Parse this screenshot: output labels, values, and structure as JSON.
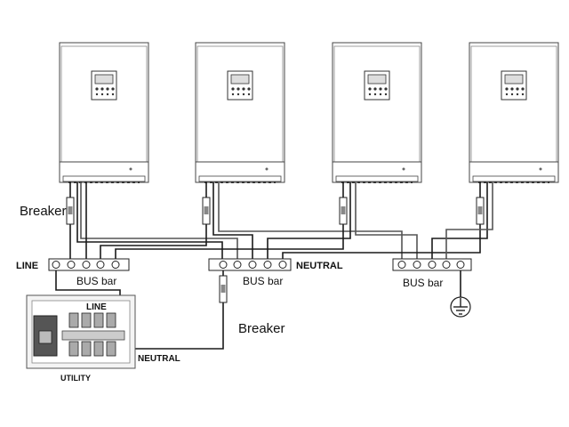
{
  "labels": {
    "breaker_top": "Breaker",
    "breaker_bottom": "Breaker",
    "line_main": "LINE",
    "neutral_main": "NEUTRAL",
    "bus_bar_left": "BUS bar",
    "bus_bar_middle": "BUS bar",
    "bus_bar_right": "BUS bar",
    "utility_line": "LINE",
    "utility_neutral": "NEUTRAL",
    "utility": "UTILITY"
  }
}
